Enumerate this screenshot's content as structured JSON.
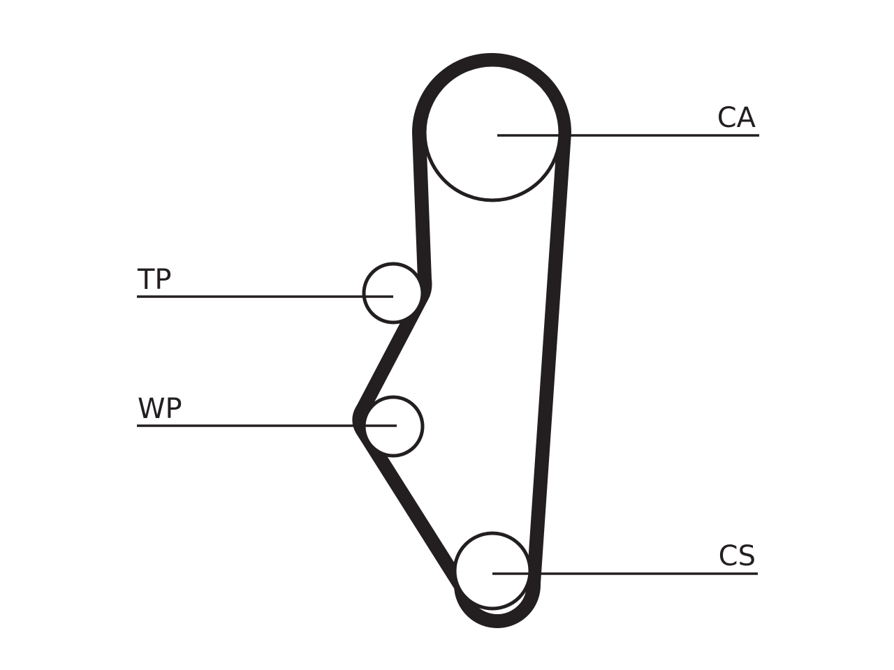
{
  "diagram": {
    "colors": {
      "stroke": "#231f20",
      "background": "#ffffff"
    },
    "labels": {
      "ca": "CA",
      "tp": "TP",
      "wp": "WP",
      "cs": "CS"
    }
  }
}
